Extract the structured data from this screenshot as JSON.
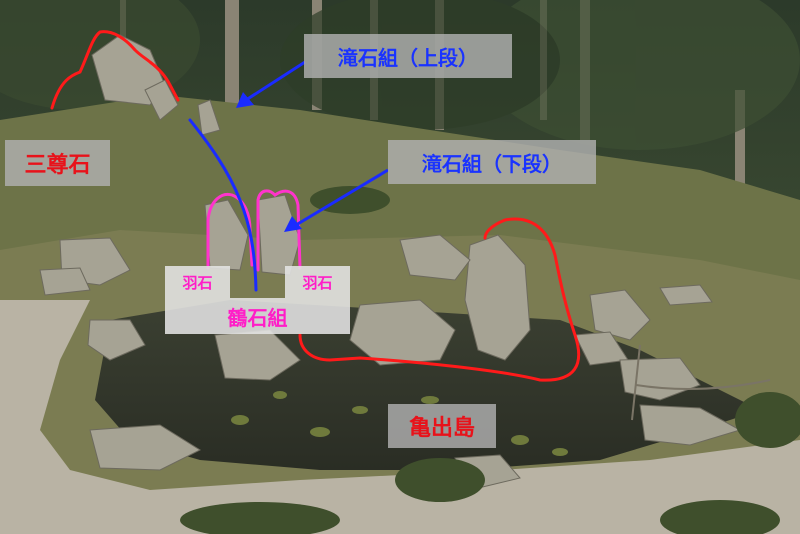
{
  "labels": {
    "sanzon": "三尊石",
    "taki_upper": "滝石組（上段）",
    "taki_lower": "滝石組（下段）",
    "hane_left": "羽石",
    "hane_right": "羽石",
    "tsuru": "鶴石組",
    "kame": "亀出島"
  },
  "colors": {
    "red_outline": "#ff1a1a",
    "blue_arrow": "#1a2bff",
    "magenta_outline": "#ff33cc",
    "red_text": "#e8121a",
    "blue_text": "#1a33ff",
    "magenta_text": "#ff1ec8"
  }
}
